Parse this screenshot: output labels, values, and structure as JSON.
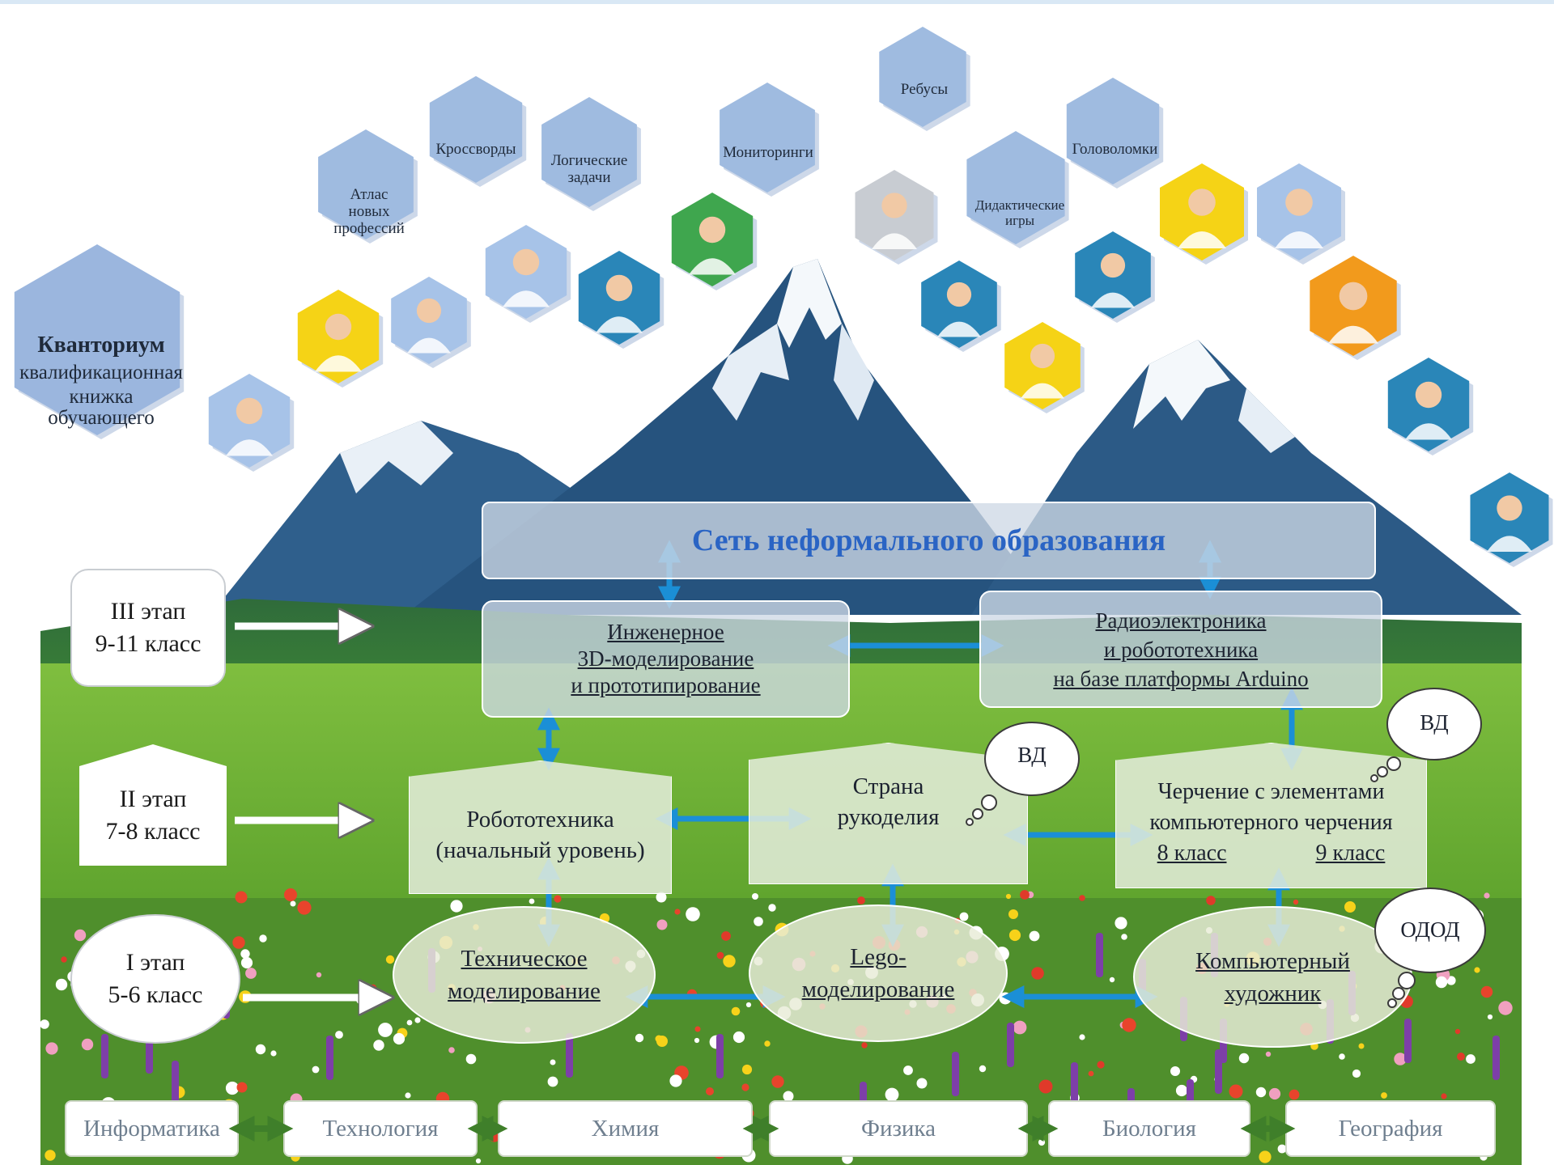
{
  "kvantorium": {
    "title": "Кванториум",
    "line1": "квалификационная",
    "line2": "книжка",
    "line3": "обучающего"
  },
  "top_hexes": [
    {
      "text": "Атлас\nновых\nпрофессий"
    },
    {
      "text": "Кроссворды"
    },
    {
      "text": "Логические\nзадачи"
    },
    {
      "text": "Мониторинги"
    },
    {
      "text": "Ребусы"
    },
    {
      "text": "Дидактические\nигры"
    },
    {
      "text": "Головоломки"
    }
  ],
  "network": {
    "title": "Сеть неформального образования"
  },
  "stages": [
    {
      "name": "III этап",
      "grades": "9-11 класс"
    },
    {
      "name": "II этап",
      "grades": "7-8 класс"
    },
    {
      "name": "I этап",
      "grades": "5-6 класс"
    }
  ],
  "level3": {
    "engineering": {
      "l1": "Инженерное",
      "l2": "3D-моделирование",
      "l3": "и прототипирование"
    },
    "radio": {
      "l1": "Радиоэлектроника",
      "l2": "и робототехника",
      "l3": "на базе платформы Arduino"
    }
  },
  "level2": {
    "robotics": {
      "l1": "Робототехника",
      "l2": "(начальный уровень)"
    },
    "crafts": {
      "l1": "Страна",
      "l2": "рукоделия"
    },
    "drawing": {
      "l1": "Черчение с элементами",
      "l2": "компьютерного черчения",
      "g8": "8 класс",
      "g9": "9 класс"
    }
  },
  "level1": {
    "tech": {
      "l1": "Техническое",
      "l2": "моделирование"
    },
    "lego": {
      "l1": "Lego-",
      "l2": "моделирование"
    },
    "artist": {
      "l1": "Компьютерный",
      "l2": "художник"
    }
  },
  "clouds": {
    "vd1": "ВД",
    "vd2": "ВД",
    "odod": "ОДОД"
  },
  "subjects": [
    "Информатика",
    "Технология",
    "Химия",
    "Физика",
    "Биология",
    "География"
  ],
  "colors": {
    "arrow": "#1b8fd6",
    "green_arrow": "#3f7f2a",
    "hex": "#9bb6de",
    "title": "#2a64c4"
  }
}
